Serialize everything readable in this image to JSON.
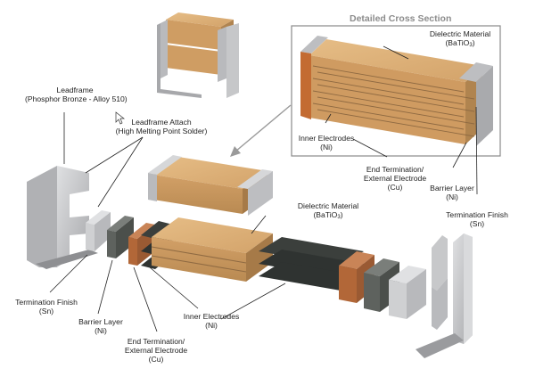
{
  "cross_section": {
    "title": "Detailed Cross Section"
  },
  "labels": {
    "leadframe": [
      "Leadframe",
      "(Phosphor Bronze - Alloy 510)"
    ],
    "leadframe_attach": [
      "Leadframe Attach",
      "(High Melting Point Solder)"
    ],
    "dielectric_top": [
      "Dielectric Material",
      "(BaTiO",
      "3",
      ")"
    ],
    "inner_top": [
      "Inner Electrodes",
      "(Ni)"
    ],
    "end_term_top": [
      "End Termination/",
      "External Electrode",
      "(Cu)"
    ],
    "barrier_top": [
      "Barrier Layer",
      "(Ni)"
    ],
    "term_finish_top": [
      "Termination Finish",
      "(Sn)"
    ],
    "dielectric_mid": [
      "Dielectric Material",
      "(BaTiO",
      "3",
      ")"
    ],
    "term_finish_bot": [
      "Termination Finish",
      "(Sn)"
    ],
    "barrier_bot": [
      "Barrier Layer",
      "(Ni)"
    ],
    "end_term_bot": [
      "End Termination/",
      "External Electrode",
      "(Cu)"
    ],
    "inner_bot": [
      "Inner Electrodes",
      "(Ni)"
    ]
  },
  "colors": {
    "ceramic": "#d8a86e",
    "ceramic_dark": "#b88850",
    "tin": "#c8c8ca",
    "nickel": "#5a5e5a",
    "copper": "#b86a3e",
    "electrode": "#3b3f3c",
    "outline_box": "#888888"
  }
}
